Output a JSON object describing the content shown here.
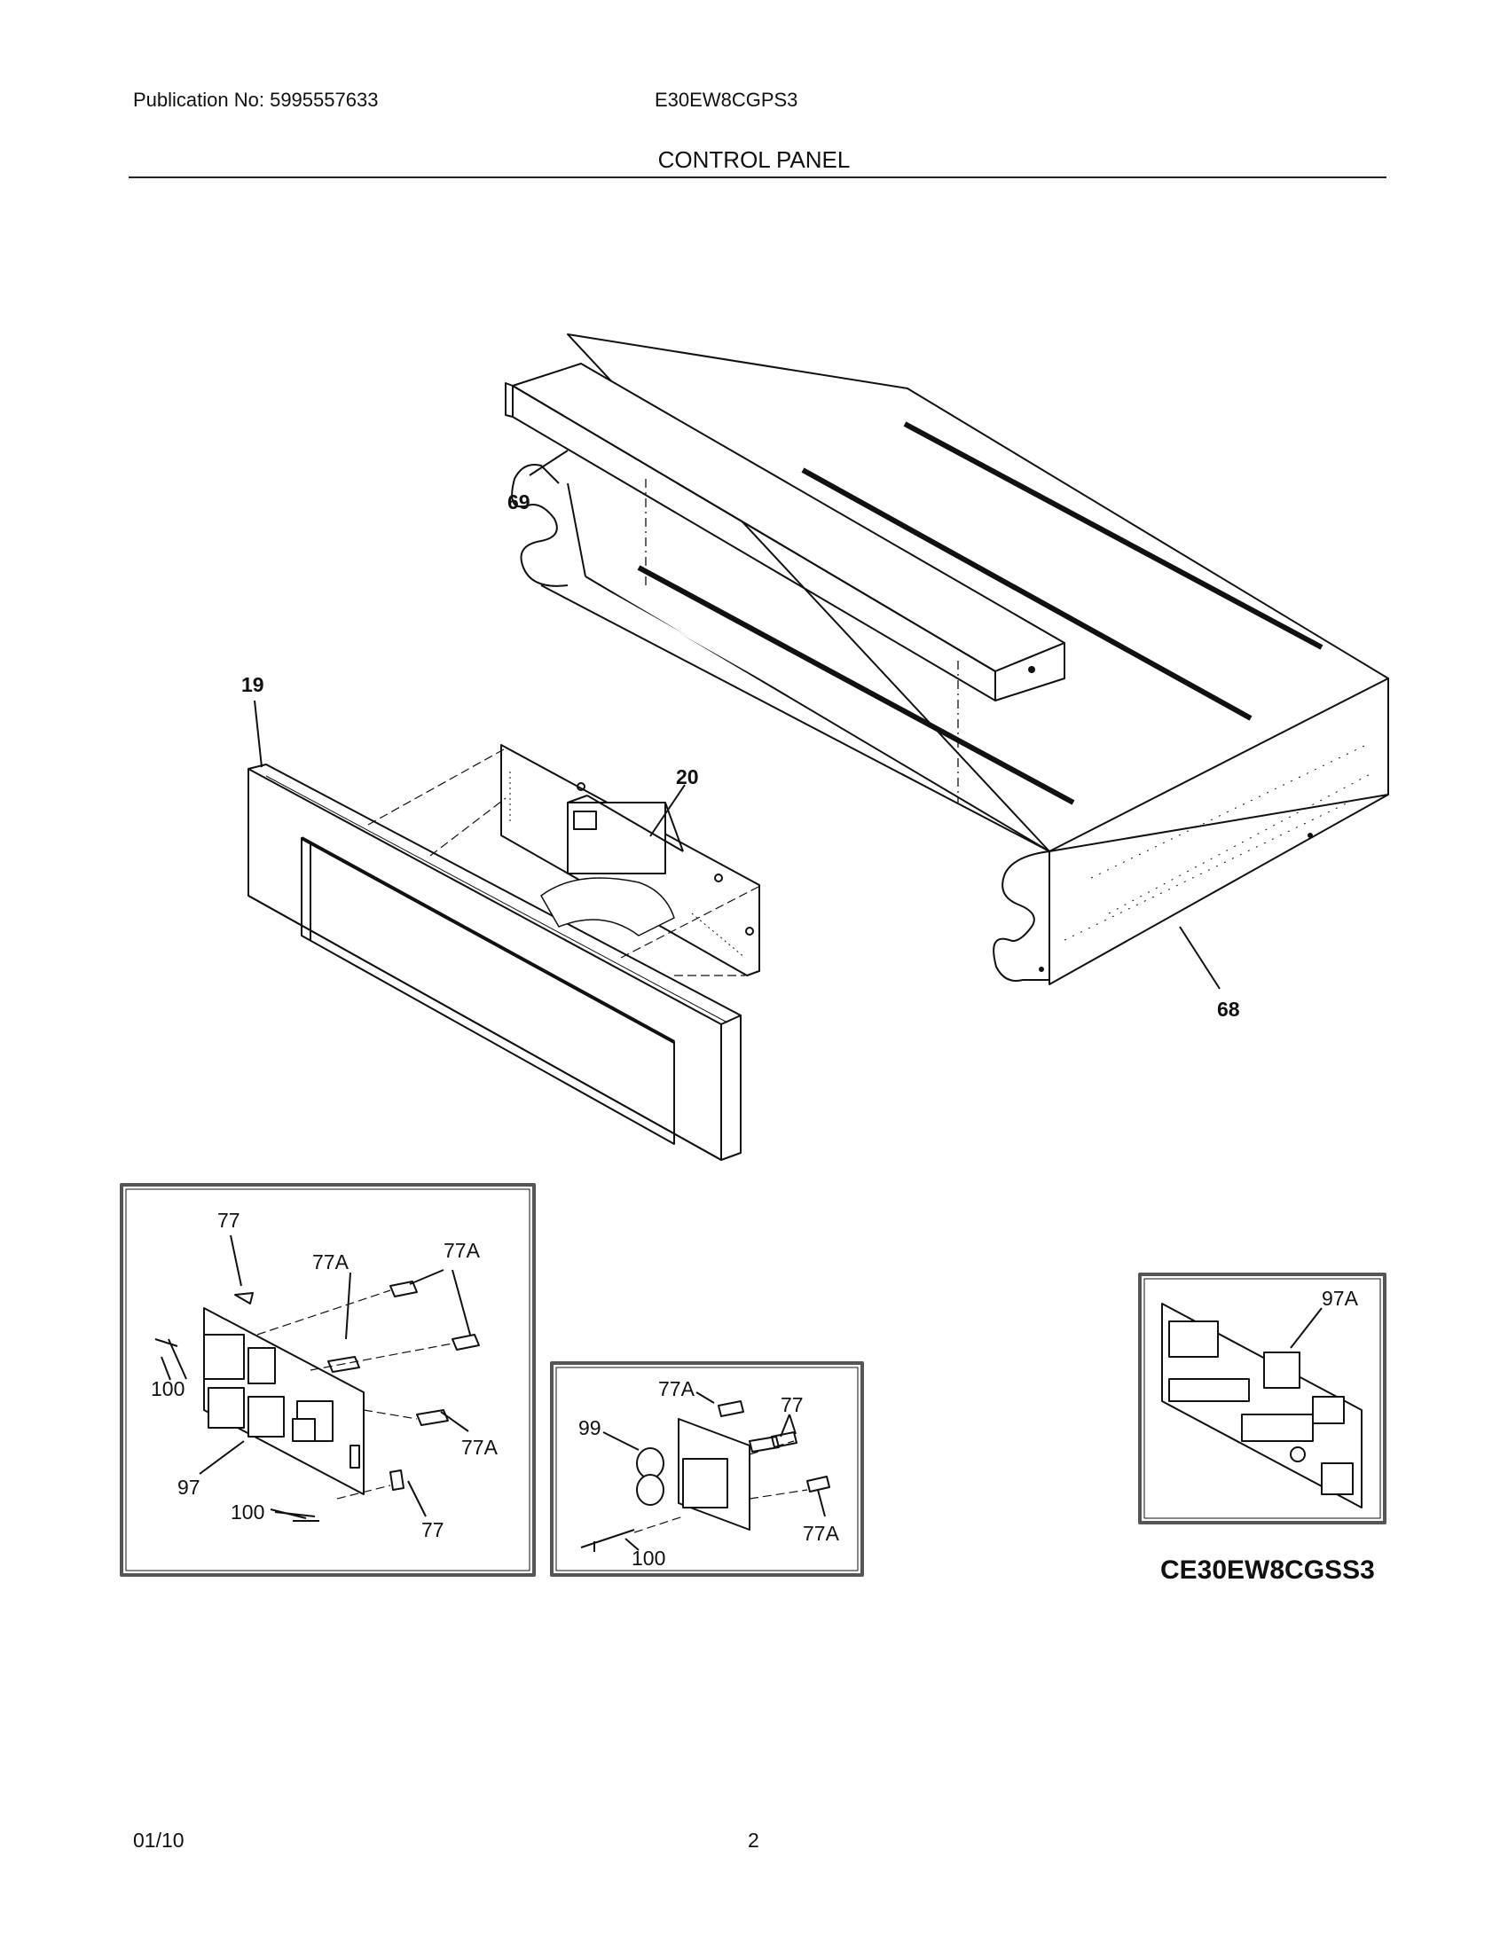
{
  "header": {
    "publication": "Publication No: 5995557633",
    "model": "E30EW8CGPS3",
    "section": "CONTROL PANEL"
  },
  "footer": {
    "date": "01/10",
    "page": "2"
  },
  "callouts": {
    "main": [
      "69",
      "19",
      "20",
      "68"
    ],
    "inset_left": [
      "77",
      "77A",
      "77A",
      "100",
      "77A",
      "97",
      "100",
      "77"
    ],
    "inset_mid": [
      "77A",
      "77",
      "99",
      "77A",
      "100"
    ],
    "inset_right": [
      "97A"
    ]
  },
  "variant_label": "CE30EW8CGSS3"
}
